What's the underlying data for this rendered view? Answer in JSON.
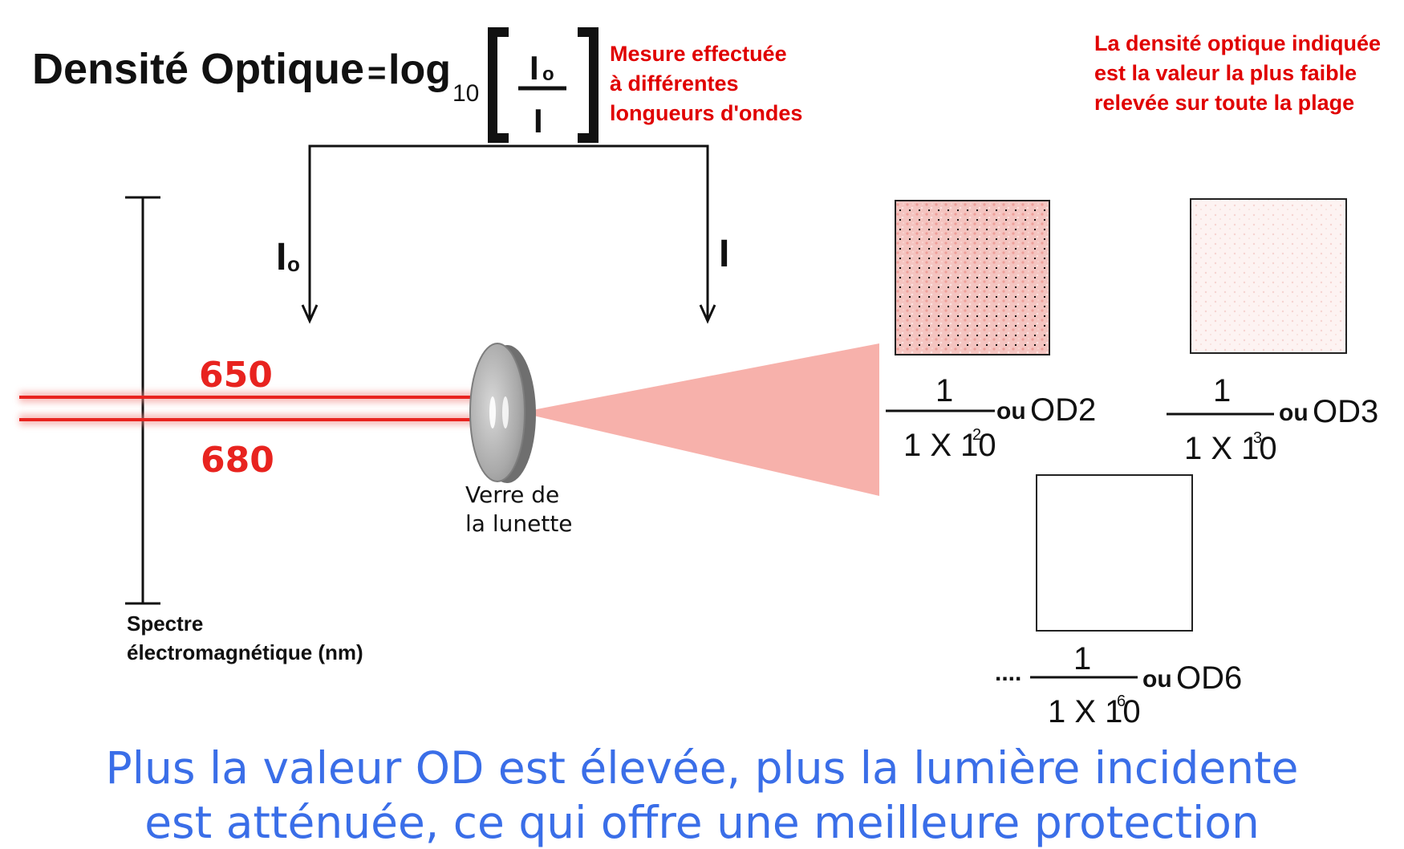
{
  "formula": {
    "left_label": "Densité Optique",
    "equals": "=",
    "log": "log",
    "base": "10",
    "numerator": "I",
    "numerator_sub": "o",
    "denominator": "I"
  },
  "note_measure": [
    "Mesure effectuée",
    "à différentes",
    "longueurs d'ondes"
  ],
  "note_reported": [
    "La densité optique indiquée",
    "est la valeur la plus faible",
    "relevée sur toute la plage"
  ],
  "intensity_in": {
    "main": "I",
    "sub": "o"
  },
  "intensity_out": "I",
  "wavelengths": [
    "650",
    "680"
  ],
  "spectrum_label": [
    "Spectre",
    "électromagnétique (nm)"
  ],
  "lens_label": [
    "Verre de",
    "la lunette"
  ],
  "samples": [
    {
      "numerator": "1",
      "denominator": "1 X 10",
      "exponent": "2",
      "suffix": "ou",
      "od": "OD2",
      "prefix": ""
    },
    {
      "numerator": "1",
      "denominator": "1 X 10",
      "exponent": "3",
      "suffix": "ou",
      "od": "OD3",
      "prefix": ""
    },
    {
      "numerator": "1",
      "denominator": "1 X 10",
      "exponent": "6",
      "suffix": "ou",
      "od": "OD6",
      "prefix": "...."
    }
  ],
  "conclusion": [
    "Plus la valeur OD est élevée, plus la lumière incidente",
    "est atténuée, ce qui offre une meilleure protection"
  ],
  "colors": {
    "red_text": "#e00000",
    "beam": "#e8231f",
    "cone": "#f6a9a2",
    "blue_text": "#3a6ee8",
    "black": "#111111",
    "lens": "#a8a8a8"
  }
}
